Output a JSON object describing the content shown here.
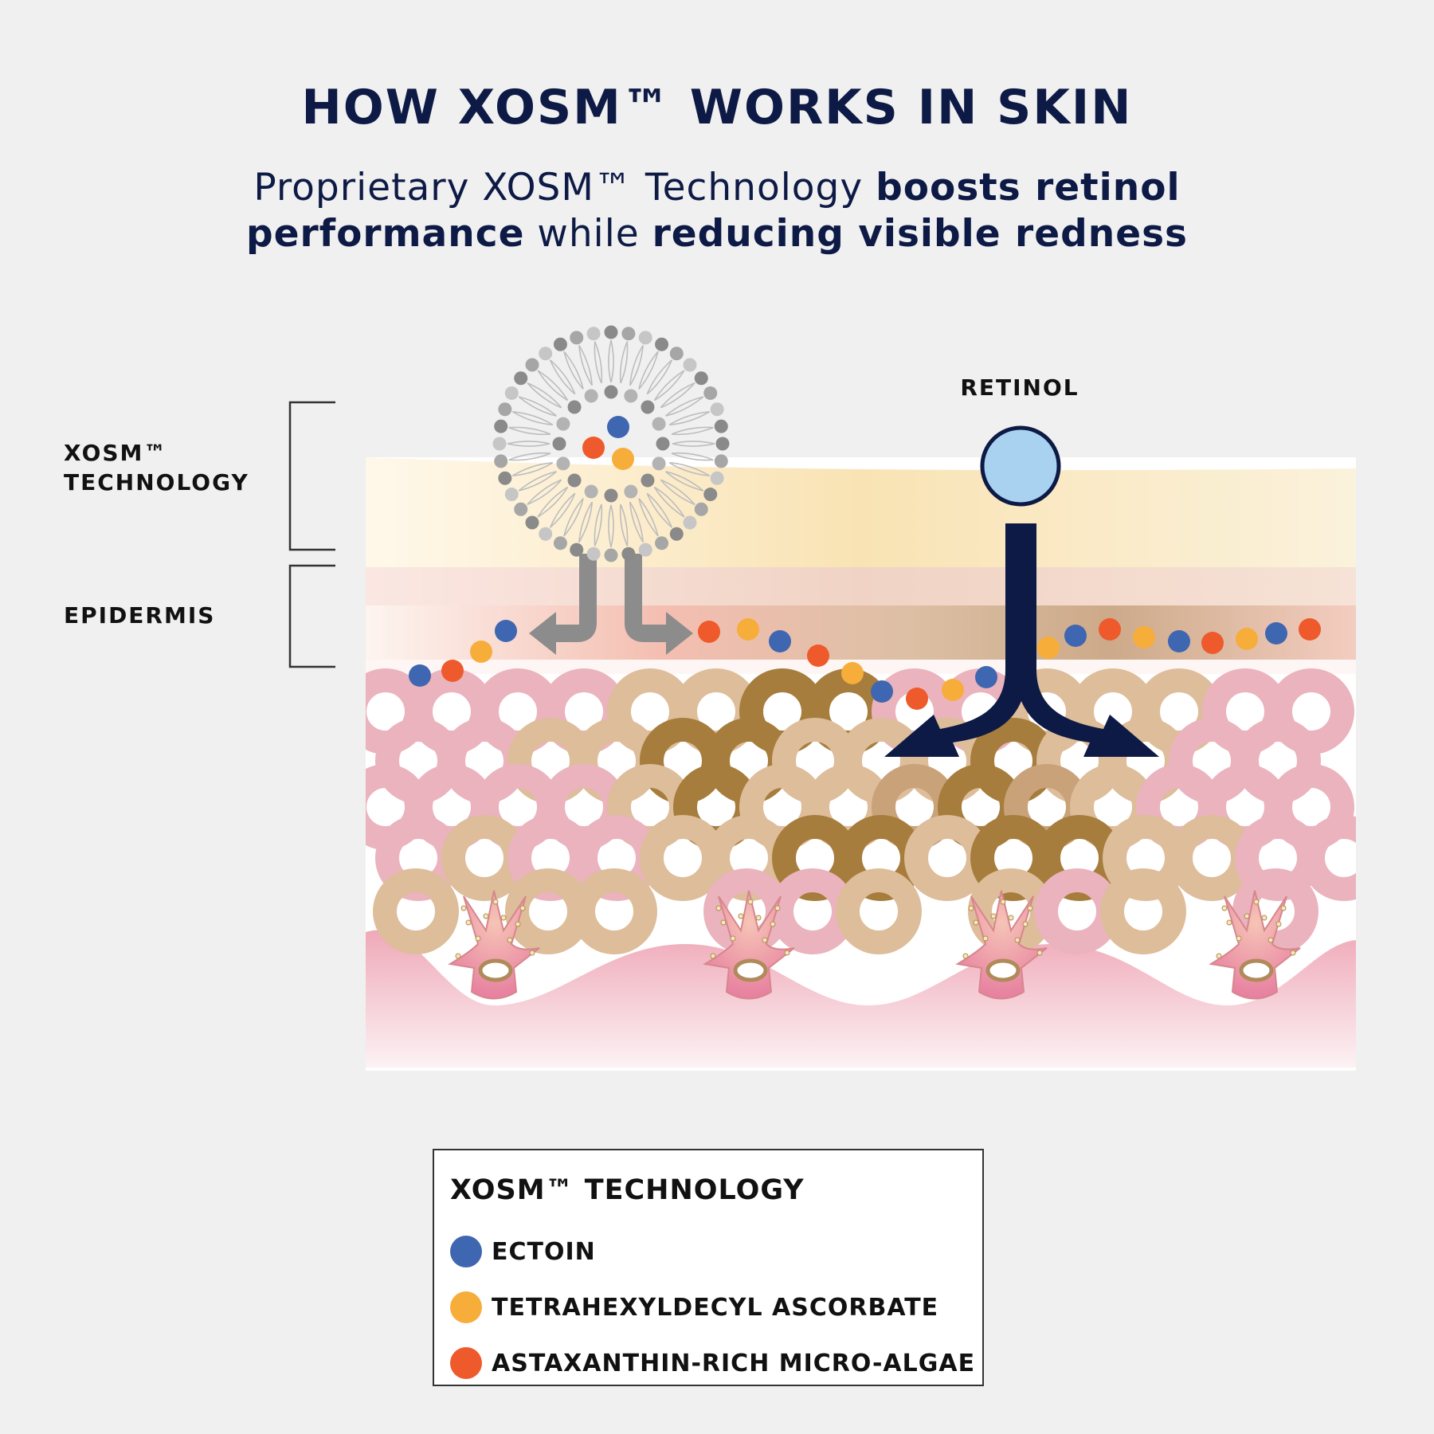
{
  "header": {
    "title": "HOW XOSM™ WORKS IN SKIN",
    "subtitle_line1": {
      "normal1": "Proprietary XOSM™ Technology ",
      "bold1": "boosts retinol"
    },
    "subtitle_line2": {
      "bold1": "performance",
      "normal1": " while ",
      "bold2": "reducing visible redness"
    }
  },
  "diagram": {
    "xosm_label": "XOSM™",
    "xosm_label2": "TECHNOLOGY",
    "epidermis_label": "EPIDERMIS",
    "retinol_label": "RETINOL"
  },
  "legend": {
    "title": "XOSM™ TECHNOLOGY",
    "items": [
      {
        "label": "ECTOIN",
        "color": "#3f66b0"
      },
      {
        "label": "TETRAHEXYLDECYL ASCORBATE",
        "color": "#f7ad3a"
      },
      {
        "label": "ASTAXANTHIN-RICH MICRO-ALGAE",
        "color": "#ee5a2b"
      }
    ]
  },
  "colors": {
    "navy": "#0d1a45",
    "retinol_fill": "#a9d2f0",
    "cell_pink": "#eab3bd",
    "cell_tan": "#ddbd9a",
    "cell_brown": "#a67d3c",
    "gray_arrow": "#8c8c8c"
  }
}
